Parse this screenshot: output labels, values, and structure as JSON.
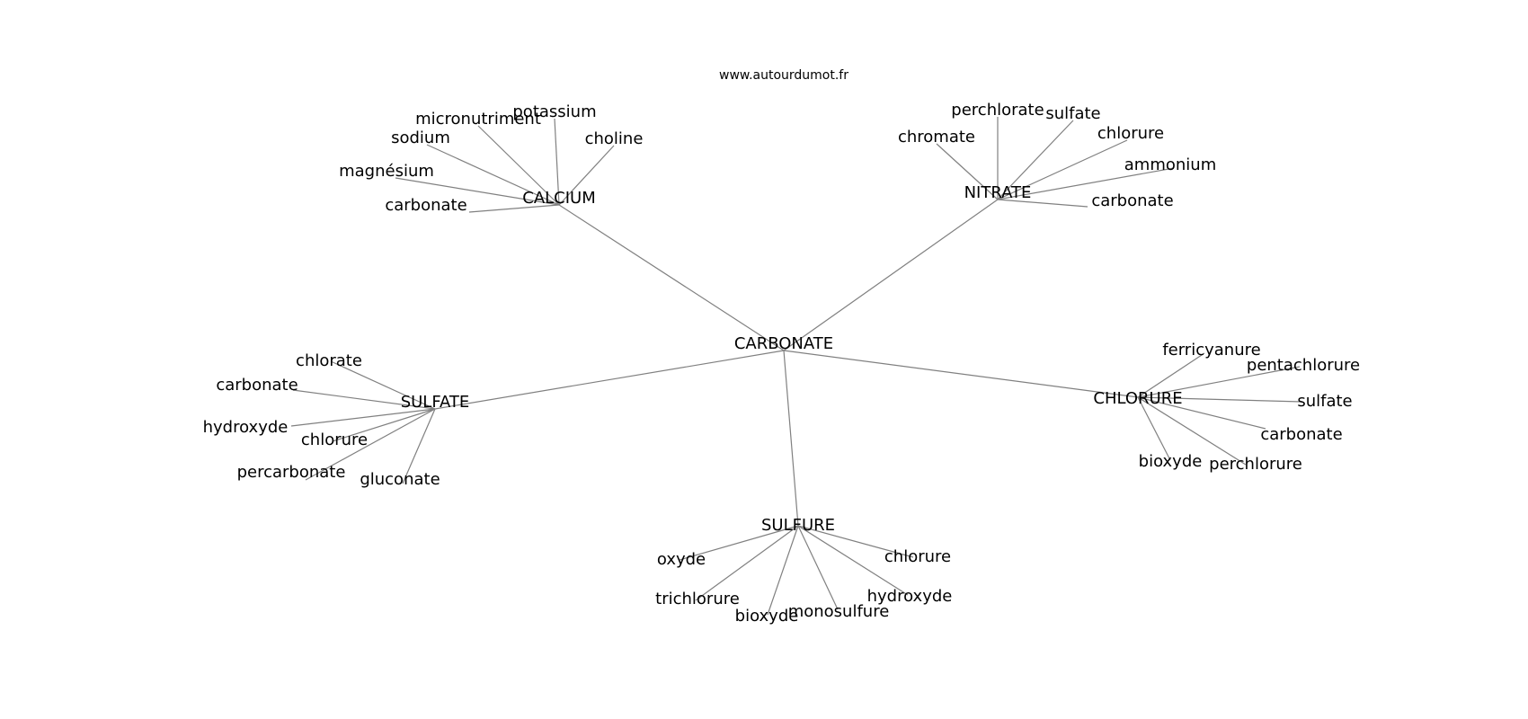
{
  "site": "www.autourdumot.fr",
  "center": "CARBONATE",
  "hubs": [
    {
      "label": "CALCIUM",
      "leaves": [
        "potassium",
        "micronutriment",
        "choline",
        "sodium",
        "magnésium",
        "carbonate"
      ]
    },
    {
      "label": "NITRATE",
      "leaves": [
        "perchlorate",
        "sulfate",
        "chromate",
        "chlorure",
        "ammonium",
        "carbonate"
      ]
    },
    {
      "label": "SULFATE",
      "leaves": [
        "chlorate",
        "carbonate",
        "hydroxyde",
        "chlorure",
        "percarbonate",
        "gluconate"
      ]
    },
    {
      "label": "CHLORURE",
      "leaves": [
        "ferricyanure",
        "pentachlorure",
        "sulfate",
        "carbonate",
        "bioxyde",
        "perchlorure"
      ]
    },
    {
      "label": "SULFURE",
      "leaves": [
        "oxyde",
        "chlorure",
        "trichlorure",
        "hydroxyde",
        "monosulfure",
        "bioxyde"
      ]
    }
  ],
  "colors": {
    "edge": "#808080",
    "text": "#000000",
    "background": "#ffffff"
  }
}
